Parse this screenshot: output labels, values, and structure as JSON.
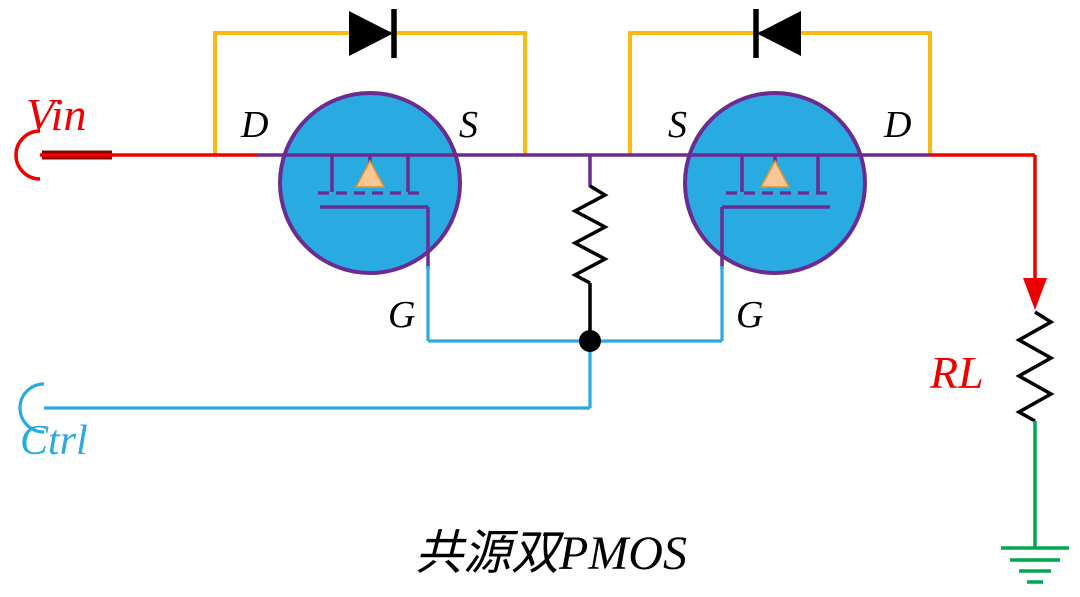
{
  "title": "共源双PMOS",
  "inputs": {
    "vin_label": "Vin",
    "ctrl_label": "Ctrl"
  },
  "load": {
    "rl_label": "RL"
  },
  "transistors": {
    "left": {
      "drain_label": "D",
      "source_label": "S",
      "gate_label": "G"
    },
    "right": {
      "source_label": "S",
      "drain_label": "D",
      "gate_label": "G"
    }
  },
  "colors": {
    "input_wire": "#ee0000",
    "input_wire_dark": "#8b0000",
    "control_wire": "#29abe2",
    "diode_wire": "#fcb813",
    "mosfet_fill": "#29abe2",
    "mosfet_stroke": "#6a2c91",
    "drain_source_wire": "#6a2c91",
    "arrow_fill": "#f9c795",
    "arrow_outline": "#e0932f",
    "resistor": "#000000",
    "ground": "#00a651",
    "label_black": "#000000"
  }
}
